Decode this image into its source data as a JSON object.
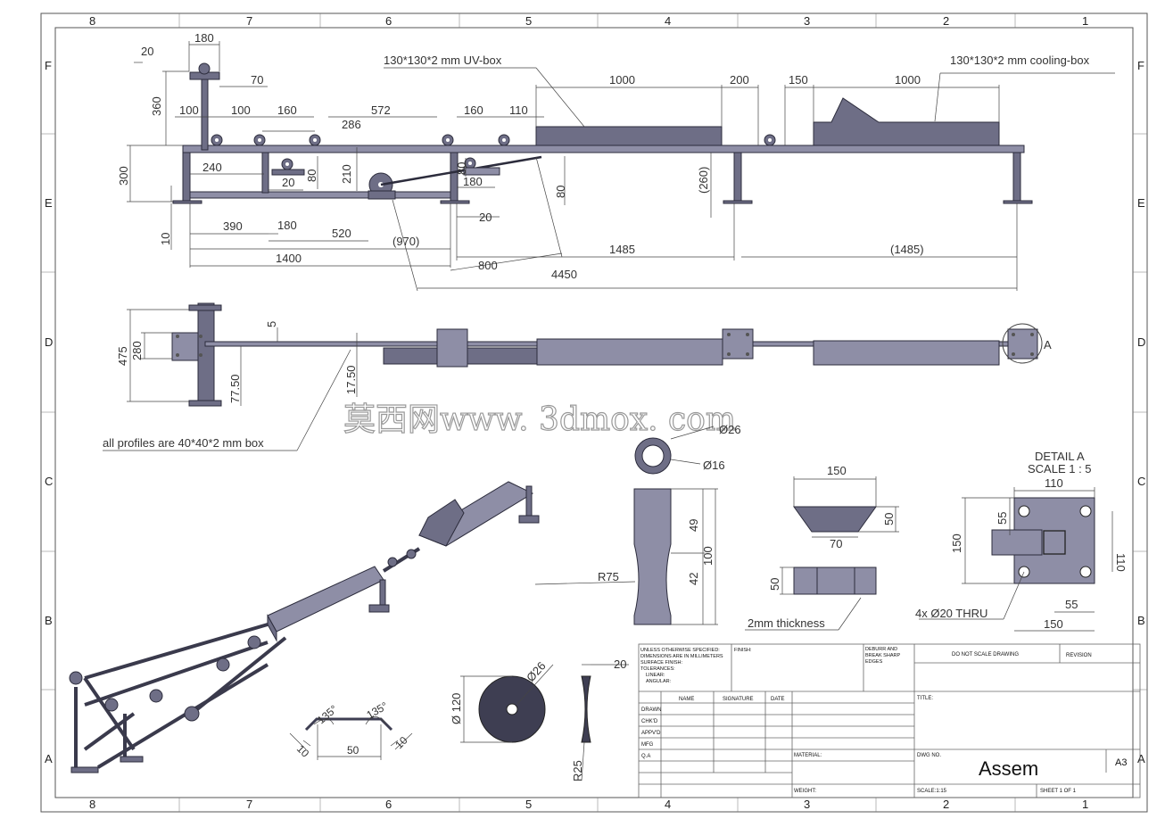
{
  "zones": {
    "columns": [
      "8",
      "7",
      "6",
      "5",
      "4",
      "3",
      "2",
      "1"
    ],
    "rows": [
      "F",
      "E",
      "D",
      "C",
      "B",
      "A"
    ]
  },
  "notes": {
    "uv_box": "130*130*2 mm  UV-box",
    "cooling_box": "130*130*2 mm cooling-box",
    "profiles": "all profiles are 40*40*2 mm box",
    "thickness": "2mm thickness",
    "watermark": "莫西网www. 3dmox. com",
    "detail_id": "A"
  },
  "dims_top": {
    "d180": "180",
    "d20": "20",
    "d70": "70",
    "d360": "360",
    "d300": "300",
    "d10": "10",
    "d100a": "100",
    "d100b": "100",
    "d160a": "160",
    "d286": "286",
    "d572": "572",
    "d160b": "160",
    "d110": "110",
    "d1000a": "1000",
    "d200": "200",
    "d150": "150",
    "d1000b": "1000",
    "d240": "240",
    "d20b": "20",
    "d80a": "80",
    "d210": "210",
    "d80b": "80",
    "d180b": "180",
    "d20c": "20",
    "d80c": "80",
    "d260": "(260)",
    "d390": "390",
    "d180c": "180",
    "d520": "520",
    "d970": "(970)",
    "d1400": "1400",
    "d800": "800",
    "d1485": "1485",
    "d1485b": "(1485)",
    "d4450": "4450"
  },
  "dims_plan": {
    "d475": "475",
    "d280": "280",
    "d5": "5",
    "d7750": "77.50",
    "d1750": "17.50"
  },
  "dims_roller": {
    "dia26": "Ø26",
    "dia16": "Ø16",
    "d49": "49",
    "d100": "100",
    "d42": "42",
    "r75": "R75"
  },
  "dims_hopper": {
    "d150": "150",
    "d50a": "50",
    "d70": "70",
    "d50b": "50"
  },
  "detail": {
    "title": "DETAIL A",
    "scale": "SCALE 1 : 5",
    "d110a": "110",
    "d55a": "55",
    "d150a": "150",
    "d110b": "110",
    "d55b": "55",
    "d150b": "150",
    "holes": "4x Ø20 THRU"
  },
  "dims_disc": {
    "dia120": "Ø 120",
    "dia26": "Ø26",
    "d20": "20",
    "r25": "R25"
  },
  "dims_bend": {
    "a135a": "135°",
    "a135b": "135°",
    "d10a": "10",
    "d50": "50",
    "d10b": "10"
  },
  "title_block": {
    "unless": [
      "UNLESS OTHERWISE SPECIFIED:",
      "DIMENSIONS ARE IN MILLIMETERS",
      "SURFACE FINISH:",
      "TOLERANCES:",
      "LINEAR:",
      "ANGULAR:"
    ],
    "finish": "FINISH:",
    "deburr": [
      "DEBURR AND",
      "BREAK SHARP",
      "EDGES"
    ],
    "do_not_scale": "DO NOT SCALE DRAWING",
    "revision": "REVISION",
    "col_name": "NAME",
    "col_signature": "SIGNATURE",
    "col_date": "DATE",
    "rows": [
      "DRAWN",
      "CHK'D",
      "APPV'D",
      "MFG",
      "Q.A"
    ],
    "title_label": "TITLE:",
    "material": "MATERIAL:",
    "dwg_no": "DWG NO.",
    "dwg_name": "Assem",
    "size": "A3",
    "weight": "WEIGHT:",
    "scale": "SCALE:1:15",
    "sheet": "SHEET 1 OF 1"
  }
}
